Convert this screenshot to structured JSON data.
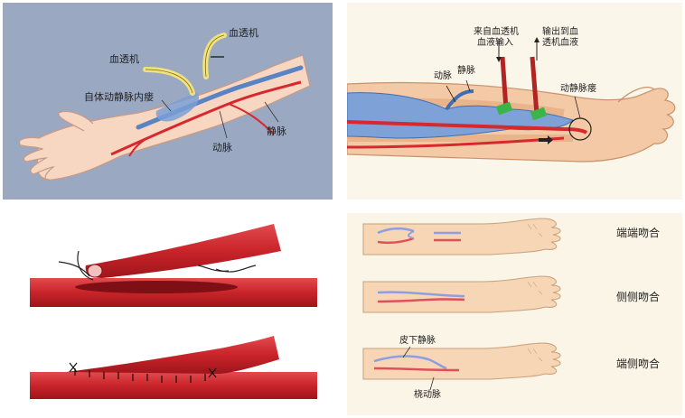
{
  "panels": {
    "top_left": {
      "labels": {
        "machine_left": "血透机",
        "machine_right": "血透机",
        "fistula": "自体动静脉内瘘",
        "artery": "动脉",
        "vein": "静脉"
      }
    },
    "top_right": {
      "labels": {
        "from_machine_line1": "来自血透机",
        "from_machine_line2": "血液输入",
        "to_machine_line1": "输出到血",
        "to_machine_line2": "透机血液",
        "artery": "动脉",
        "vein": "静脉",
        "fistula": "动静脉瘘"
      }
    },
    "bottom_right": {
      "labels": {
        "end_to_end": "端端吻合",
        "side_to_side": "侧侧吻合",
        "end_to_side": "端侧吻合",
        "subcutaneous_vein": "皮下静脉",
        "radial_artery": "桡动脉"
      }
    }
  },
  "colors": {
    "panel1_bg": "#9aa8c2",
    "panel2_bg": "#fbf6ea",
    "panel3_bg": "#ffffff",
    "panel4_bg": "#fbf5e7",
    "skin": "#f7d6c2",
    "skin_outline": "#c99a85",
    "artery_red": "#d7282d",
    "vein_blue": "#5a83c4",
    "vessel_dark": "#b3181e",
    "tube_yellow": "#f1e27a",
    "clamp_green": "#3bb54a"
  }
}
